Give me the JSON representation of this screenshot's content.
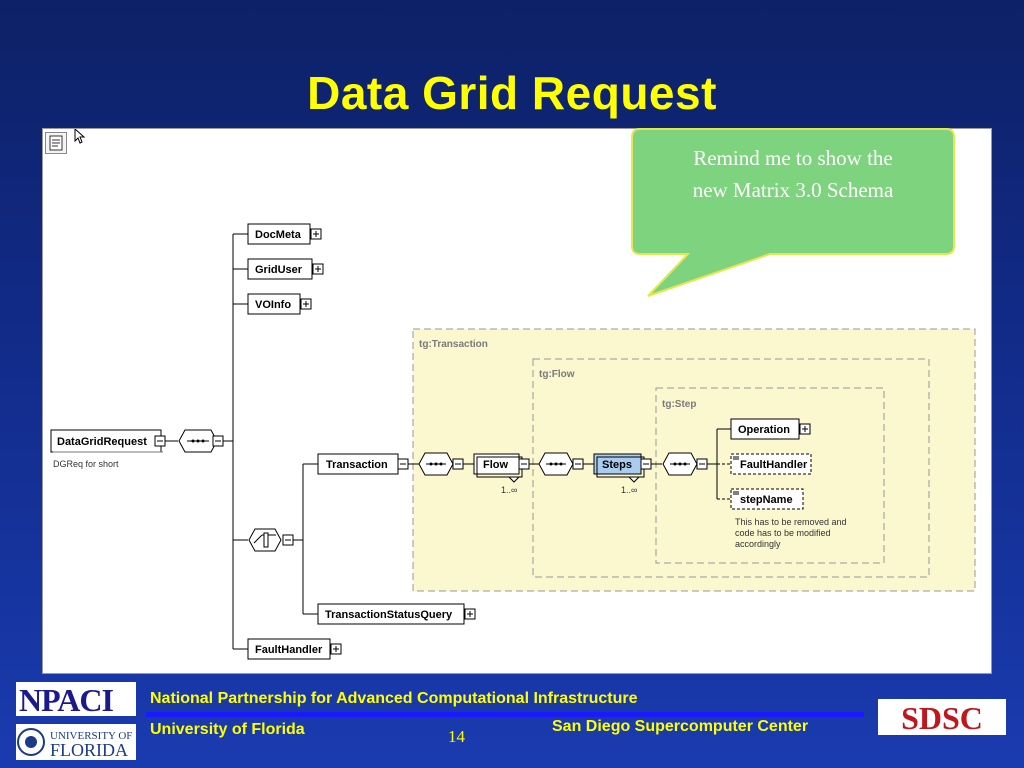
{
  "slide": {
    "title": "Data Grid Request",
    "page_number": "14"
  },
  "callout": {
    "text_line1": "Remind me to show the",
    "text_line2": "new Matrix 3.0 Schema"
  },
  "schema": {
    "root": "DataGridRequest",
    "root_note": "DGReq for short",
    "children": [
      "DocMeta",
      "GridUser",
      "VOInfo",
      "Transaction",
      "TransactionStatusQuery",
      "FaultHandler"
    ],
    "group_transaction": "tg:Transaction",
    "group_flow": "tg:Flow",
    "group_step": "tg:Step",
    "flow": "Flow",
    "steps": "Steps",
    "flow_multiplicity": "1..∞",
    "steps_multiplicity": "1..∞",
    "step_children": [
      "Operation",
      "FaultHandler",
      "stepName"
    ],
    "step_note_line1": "This has to be removed and",
    "step_note_line2": "code has to be modified",
    "step_note_line3": "accordingly"
  },
  "footer": {
    "npaci_line": "National Partnership for Advanced Computational Infrastructure",
    "uf_line": "University of Florida",
    "sdsc_line": "San Diego Supercomputer Center",
    "npaci_logo": "NPACI",
    "uf_logo_top": "UNIVERSITY OF",
    "uf_logo_bottom": "FLORIDA",
    "sdsc_logo": "SDSC"
  },
  "colors": {
    "title": "#ffff00",
    "callout_fill": "#7ed37e",
    "group_fill": "#fbf7cf",
    "steps_fill": "#a9ccef"
  }
}
